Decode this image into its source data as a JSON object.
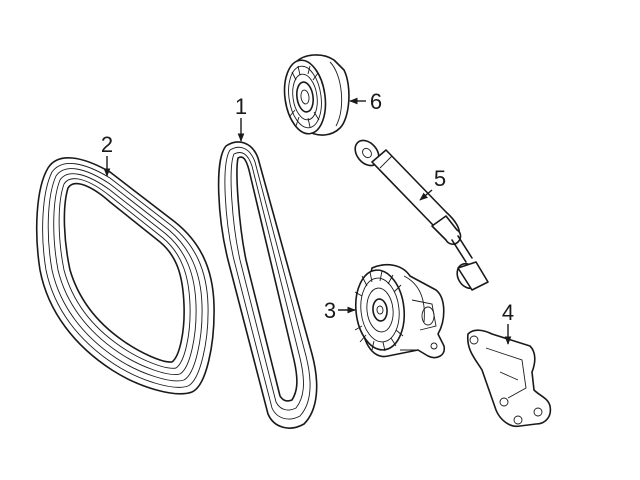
{
  "diagram": {
    "callouts": [
      {
        "id": "1",
        "text": "1"
      },
      {
        "id": "2",
        "text": "2"
      },
      {
        "id": "3",
        "text": "3"
      },
      {
        "id": "4",
        "text": "4"
      },
      {
        "id": "5",
        "text": "5"
      },
      {
        "id": "6",
        "text": "6"
      }
    ],
    "line_color": "#1a1a1a",
    "background": "#ffffff"
  }
}
